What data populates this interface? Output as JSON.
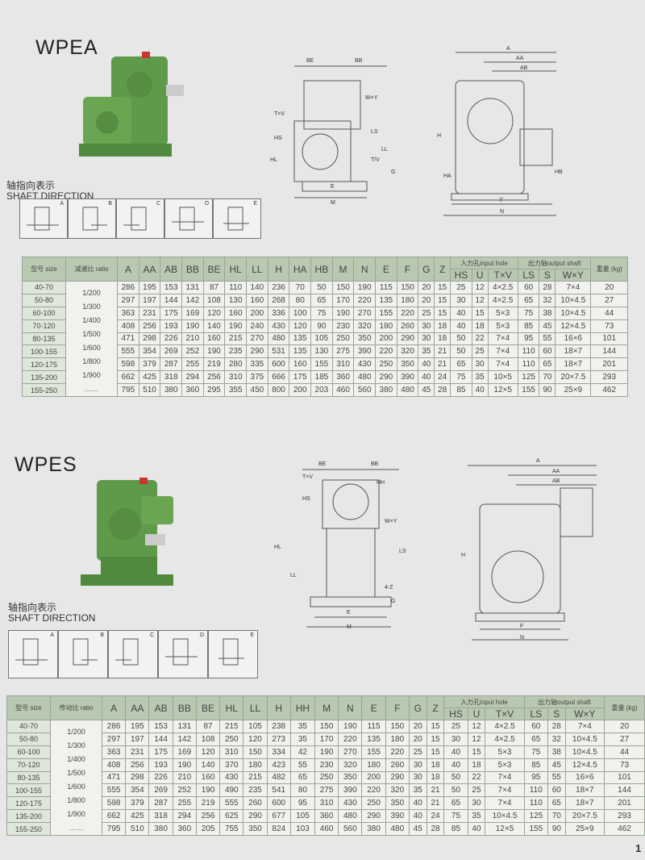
{
  "sections": [
    {
      "title": "WPEA",
      "shaft_cn": "轴指向表示",
      "shaft_en": "SHAFT DIRECTION",
      "shaft_icons": [
        "A",
        "B",
        "C",
        "D",
        "E"
      ],
      "side_labels": [
        "BE",
        "BB",
        "W×Y",
        "T×V",
        "HS",
        "LS",
        "HL",
        "G",
        "LL",
        "E",
        "M",
        "T/V"
      ],
      "front_labels": [
        "A",
        "AA",
        "AB",
        "H",
        "HA",
        "HB",
        "F",
        "N"
      ],
      "table": {
        "h_size": "型号 size",
        "h_ratio": "减速比 ratio",
        "cols": [
          "A",
          "AA",
          "AB",
          "BB",
          "BE",
          "HL",
          "LL",
          "H",
          "HA",
          "HB",
          "M",
          "N",
          "E",
          "F",
          "G",
          "Z"
        ],
        "input_group": "入力孔input hole",
        "input_cols": [
          "HS",
          "U",
          "T×V"
        ],
        "output_group": "出力轴output shaft",
        "output_cols": [
          "LS",
          "S",
          "W×Y"
        ],
        "weight": "重量 (kg)",
        "sizes": [
          "40-70",
          "50-80",
          "60-100",
          "70-120",
          "80-135",
          "100-155",
          "120-175",
          "135-200",
          "155-250"
        ],
        "ratios": [
          "1/200",
          "1/300",
          "1/400",
          "1/500",
          "1/600",
          "1/800",
          "1/900",
          "……"
        ],
        "rows": [
          [
            "286",
            "195",
            "153",
            "131",
            "87",
            "110",
            "140",
            "236",
            "70",
            "50",
            "150",
            "190",
            "115",
            "150",
            "20",
            "15",
            "25",
            "12",
            "4×2.5",
            "60",
            "28",
            "7×4",
            "20"
          ],
          [
            "297",
            "197",
            "144",
            "142",
            "108",
            "130",
            "160",
            "268",
            "80",
            "65",
            "170",
            "220",
            "135",
            "180",
            "20",
            "15",
            "30",
            "12",
            "4×2.5",
            "65",
            "32",
            "10×4.5",
            "27"
          ],
          [
            "363",
            "231",
            "175",
            "169",
            "120",
            "160",
            "200",
            "336",
            "100",
            "75",
            "190",
            "270",
            "155",
            "220",
            "25",
            "15",
            "40",
            "15",
            "5×3",
            "75",
            "38",
            "10×4.5",
            "44"
          ],
          [
            "408",
            "256",
            "193",
            "190",
            "140",
            "190",
            "240",
            "430",
            "120",
            "90",
            "230",
            "320",
            "180",
            "260",
            "30",
            "18",
            "40",
            "18",
            "5×3",
            "85",
            "45",
            "12×4.5",
            "73"
          ],
          [
            "471",
            "298",
            "226",
            "210",
            "160",
            "215",
            "270",
            "480",
            "135",
            "105",
            "250",
            "350",
            "200",
            "290",
            "30",
            "18",
            "50",
            "22",
            "7×4",
            "95",
            "55",
            "16×6",
            "101"
          ],
          [
            "555",
            "354",
            "269",
            "252",
            "190",
            "235",
            "290",
            "531",
            "135",
            "130",
            "275",
            "390",
            "220",
            "320",
            "35",
            "21",
            "50",
            "25",
            "7×4",
            "110",
            "60",
            "18×7",
            "144"
          ],
          [
            "598",
            "379",
            "287",
            "255",
            "219",
            "280",
            "335",
            "600",
            "160",
            "155",
            "310",
            "430",
            "250",
            "350",
            "40",
            "21",
            "65",
            "30",
            "7×4",
            "110",
            "65",
            "18×7",
            "201"
          ],
          [
            "662",
            "425",
            "318",
            "294",
            "256",
            "310",
            "375",
            "666",
            "175",
            "185",
            "360",
            "480",
            "290",
            "390",
            "40",
            "24",
            "75",
            "35",
            "10×5",
            "125",
            "70",
            "20×7.5",
            "293"
          ],
          [
            "795",
            "510",
            "380",
            "360",
            "295",
            "355",
            "450",
            "800",
            "200",
            "203",
            "460",
            "560",
            "380",
            "480",
            "45",
            "28",
            "85",
            "40",
            "12×5",
            "155",
            "90",
            "25×9",
            "462"
          ]
        ]
      }
    },
    {
      "title": "WPES",
      "shaft_cn": "轴指向表示",
      "shaft_en": "SHAFT DIRECTION",
      "shaft_icons": [
        "A",
        "B",
        "C",
        "D",
        "E"
      ],
      "side_labels": [
        "BE",
        "BB",
        "T×V",
        "HH",
        "HS",
        "W×Y",
        "LS",
        "HL",
        "LL",
        "4-Z",
        "G",
        "E",
        "M"
      ],
      "front_labels": [
        "A",
        "AA",
        "AB",
        "H",
        "F",
        "N"
      ],
      "table": {
        "h_size": "型号 size",
        "h_ratio": "传动比 ratio",
        "cols": [
          "A",
          "AA",
          "AB",
          "BB",
          "BE",
          "HL",
          "LL",
          "H",
          "HH",
          "M",
          "N",
          "E",
          "F",
          "G",
          "Z"
        ],
        "input_group": "入力孔input hole",
        "input_cols": [
          "HS",
          "U",
          "T×V"
        ],
        "output_group": "出力轴output shaft",
        "output_cols": [
          "LS",
          "S",
          "W×Y"
        ],
        "weight": "重量 (kg)",
        "sizes": [
          "40-70",
          "50-80",
          "60-100",
          "70-120",
          "80-135",
          "100-155",
          "120-175",
          "135-200",
          "155-250"
        ],
        "ratios": [
          "1/200",
          "1/300",
          "1/400",
          "1/500",
          "1/600",
          "1/800",
          "1/900",
          "……"
        ],
        "rows": [
          [
            "286",
            "195",
            "153",
            "131",
            "87",
            "215",
            "105",
            "238",
            "35",
            "150",
            "190",
            "115",
            "150",
            "20",
            "15",
            "25",
            "12",
            "4×2.5",
            "60",
            "28",
            "7×4",
            "20"
          ],
          [
            "297",
            "197",
            "144",
            "142",
            "108",
            "250",
            "120",
            "273",
            "35",
            "170",
            "220",
            "135",
            "180",
            "20",
            "15",
            "30",
            "12",
            "4×2.5",
            "65",
            "32",
            "10×4.5",
            "27"
          ],
          [
            "363",
            "231",
            "175",
            "169",
            "120",
            "310",
            "150",
            "334",
            "42",
            "190",
            "270",
            "155",
            "220",
            "25",
            "15",
            "40",
            "15",
            "5×3",
            "75",
            "38",
            "10×4.5",
            "44"
          ],
          [
            "408",
            "256",
            "193",
            "190",
            "140",
            "370",
            "180",
            "423",
            "55",
            "230",
            "320",
            "180",
            "260",
            "30",
            "18",
            "40",
            "18",
            "5×3",
            "85",
            "45",
            "12×4.5",
            "73"
          ],
          [
            "471",
            "298",
            "226",
            "210",
            "160",
            "430",
            "215",
            "482",
            "65",
            "250",
            "350",
            "200",
            "290",
            "30",
            "18",
            "50",
            "22",
            "7×4",
            "95",
            "55",
            "16×6",
            "101"
          ],
          [
            "555",
            "354",
            "269",
            "252",
            "190",
            "490",
            "235",
            "541",
            "80",
            "275",
            "390",
            "220",
            "320",
            "35",
            "21",
            "50",
            "25",
            "7×4",
            "110",
            "60",
            "18×7",
            "144"
          ],
          [
            "598",
            "379",
            "287",
            "255",
            "219",
            "555",
            "260",
            "600",
            "95",
            "310",
            "430",
            "250",
            "350",
            "40",
            "21",
            "65",
            "30",
            "7×4",
            "110",
            "65",
            "18×7",
            "201"
          ],
          [
            "662",
            "425",
            "318",
            "294",
            "256",
            "625",
            "290",
            "677",
            "105",
            "360",
            "480",
            "290",
            "390",
            "40",
            "24",
            "75",
            "35",
            "10×4.5",
            "125",
            "70",
            "20×7.5",
            "293"
          ],
          [
            "795",
            "510",
            "380",
            "360",
            "205",
            "755",
            "350",
            "824",
            "103",
            "460",
            "560",
            "380",
            "480",
            "45",
            "28",
            "85",
            "40",
            "12×5",
            "155",
            "90",
            "25×9",
            "462"
          ]
        ]
      }
    }
  ],
  "page_number": "1",
  "colors": {
    "gear_green": "#5f9a4a",
    "header_green": "#b9c8b0"
  }
}
